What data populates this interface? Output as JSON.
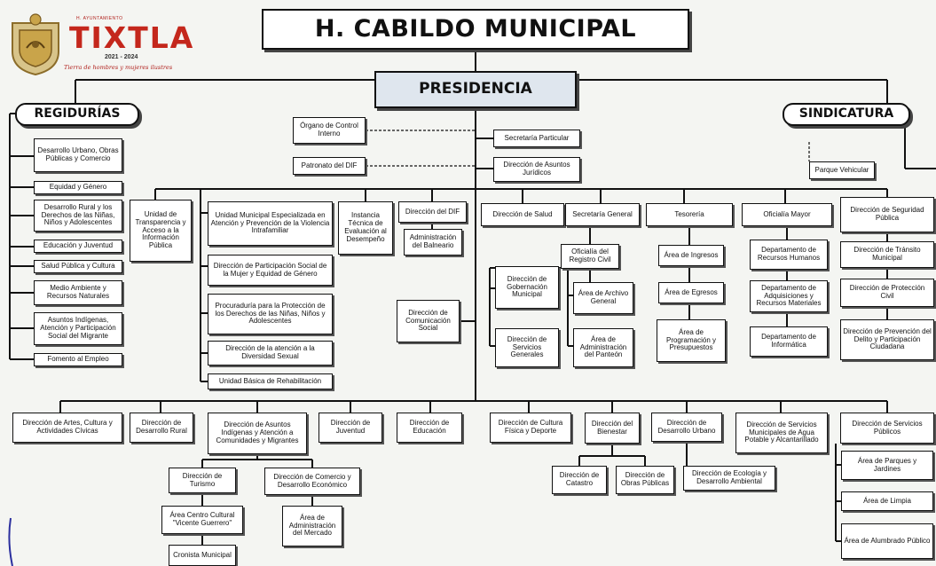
{
  "logo": {
    "ayuntamiento": "H. AYUNTAMIENTO",
    "city": "TIXTLA",
    "period": "2021 - 2024",
    "slogan": "Tierra de hombres y mujeres ilustres",
    "colors": {
      "red": "#c4271c",
      "gold": "#c9a44a"
    }
  },
  "title": "H. CABILDO MUNICIPAL",
  "presidencia": "PRESIDENCIA",
  "regidurias": "REGIDURÍAS",
  "sindicatura": "SINDICATURA",
  "reg_items": [
    "Desarrollo Urbano, Obras Públicas y Comercio",
    "Equidad y Género",
    "Desarrollo Rural y los Derechos de las Niñas, Niños y Adolescentes",
    "Educación y Juventud",
    "Salud Pública y Cultura",
    "Medio Ambiente y Recursos Naturales",
    "Asuntos Indígenas, Atención y Participación Social del Migrante",
    "Fomento al Empleo"
  ],
  "organo_control": "Órgano de Control Interno",
  "patronato_dif": "Patronato del DIF",
  "secretaria_particular": "Secretaría Particular",
  "dir_juridicos": "Dirección de Asuntos Jurídicos",
  "parque_vehicular": "Parque Vehicular",
  "unidad_transparencia": "Unidad de Transparencia y Acceso a la Información Pública",
  "violencia_list": [
    "Unidad Municipal Especializada en Atención y Prevención de la Violencia Intrafamiliar",
    "Dirección de Participación Social de la Mujer y Equidad de Género",
    "Procuraduría para la Protección de los Derechos de las Niñas, Niños y Adolescentes",
    "Dirección de la atención a la Diversidad Sexual",
    "Unidad Básica de Rehabilitación"
  ],
  "instancia_tecnica": "Instancia Técnica de Evaluación al Desempeño",
  "dir_dif": "Dirección del DIF",
  "adm_balneario": "Administración del Balneario",
  "dir_comunicacion": "Dirección de Comunicación Social",
  "dir_salud": "Dirección de Salud",
  "secretaria_general": "Secretaría General",
  "oficialia_registro": "Oficialía del Registro Civil",
  "dir_gobernacion": "Dirección de Gobernación Municipal",
  "area_archivo": "Área de Archivo General",
  "dir_servicios_generales": "Dirección de Servicios Generales",
  "area_panteon": "Área de Administración del Panteón",
  "tesoreria": "Tesorería",
  "tesoreria_items": [
    "Área de Ingresos",
    "Área de Egresos",
    "Área de Programación y Presupuestos"
  ],
  "oficialia_mayor": "Oficialía Mayor",
  "oficialia_items": [
    "Departamento de Recursos Humanos",
    "Departamento de Adquisiciones y Recursos Materiales",
    "Departamento de Informática"
  ],
  "seguridad_items": [
    "Dirección de Seguridad Pública",
    "Dirección de Tránsito Municipal",
    "Dirección de Protección Civil",
    "Dirección de Prevención del Delito y Participación Ciudadana"
  ],
  "bottom_dirs": [
    "Dirección de Artes, Cultura y Actividades Cívicas",
    "Dirección de Desarrollo Rural",
    "Dirección de Asuntos Indígenas y Atención a Comunidades y Migrantes",
    "Dirección de Juventud",
    "Dirección de Educación",
    "Dirección de Cultura Física y Deporte",
    "Dirección del Bienestar",
    "Dirección de Desarrollo Urbano",
    "Dirección de Servicios Municipales de Agua Potable y Alcantarillado",
    "Dirección de Servicios Públicos"
  ],
  "dir_turismo": "Dirección de Turismo",
  "area_centro_cultural": "Área Centro Cultural \"Vicente Guerrero\"",
  "cronista": "Cronista Municipal",
  "dir_comercio": "Dirección de Comercio y Desarrollo Económico",
  "area_mercado": "Área de Administración del Mercado",
  "dir_catastro": "Dirección de Catastro",
  "dir_obras": "Dirección de Obras Públicas",
  "dir_ecologia": "Dirección de Ecología y Desarrollo Ambiental",
  "servicios_publicos_items": [
    "Área de Parques y Jardines",
    "Área de Limpia",
    "Área de Alumbrado Público"
  ]
}
